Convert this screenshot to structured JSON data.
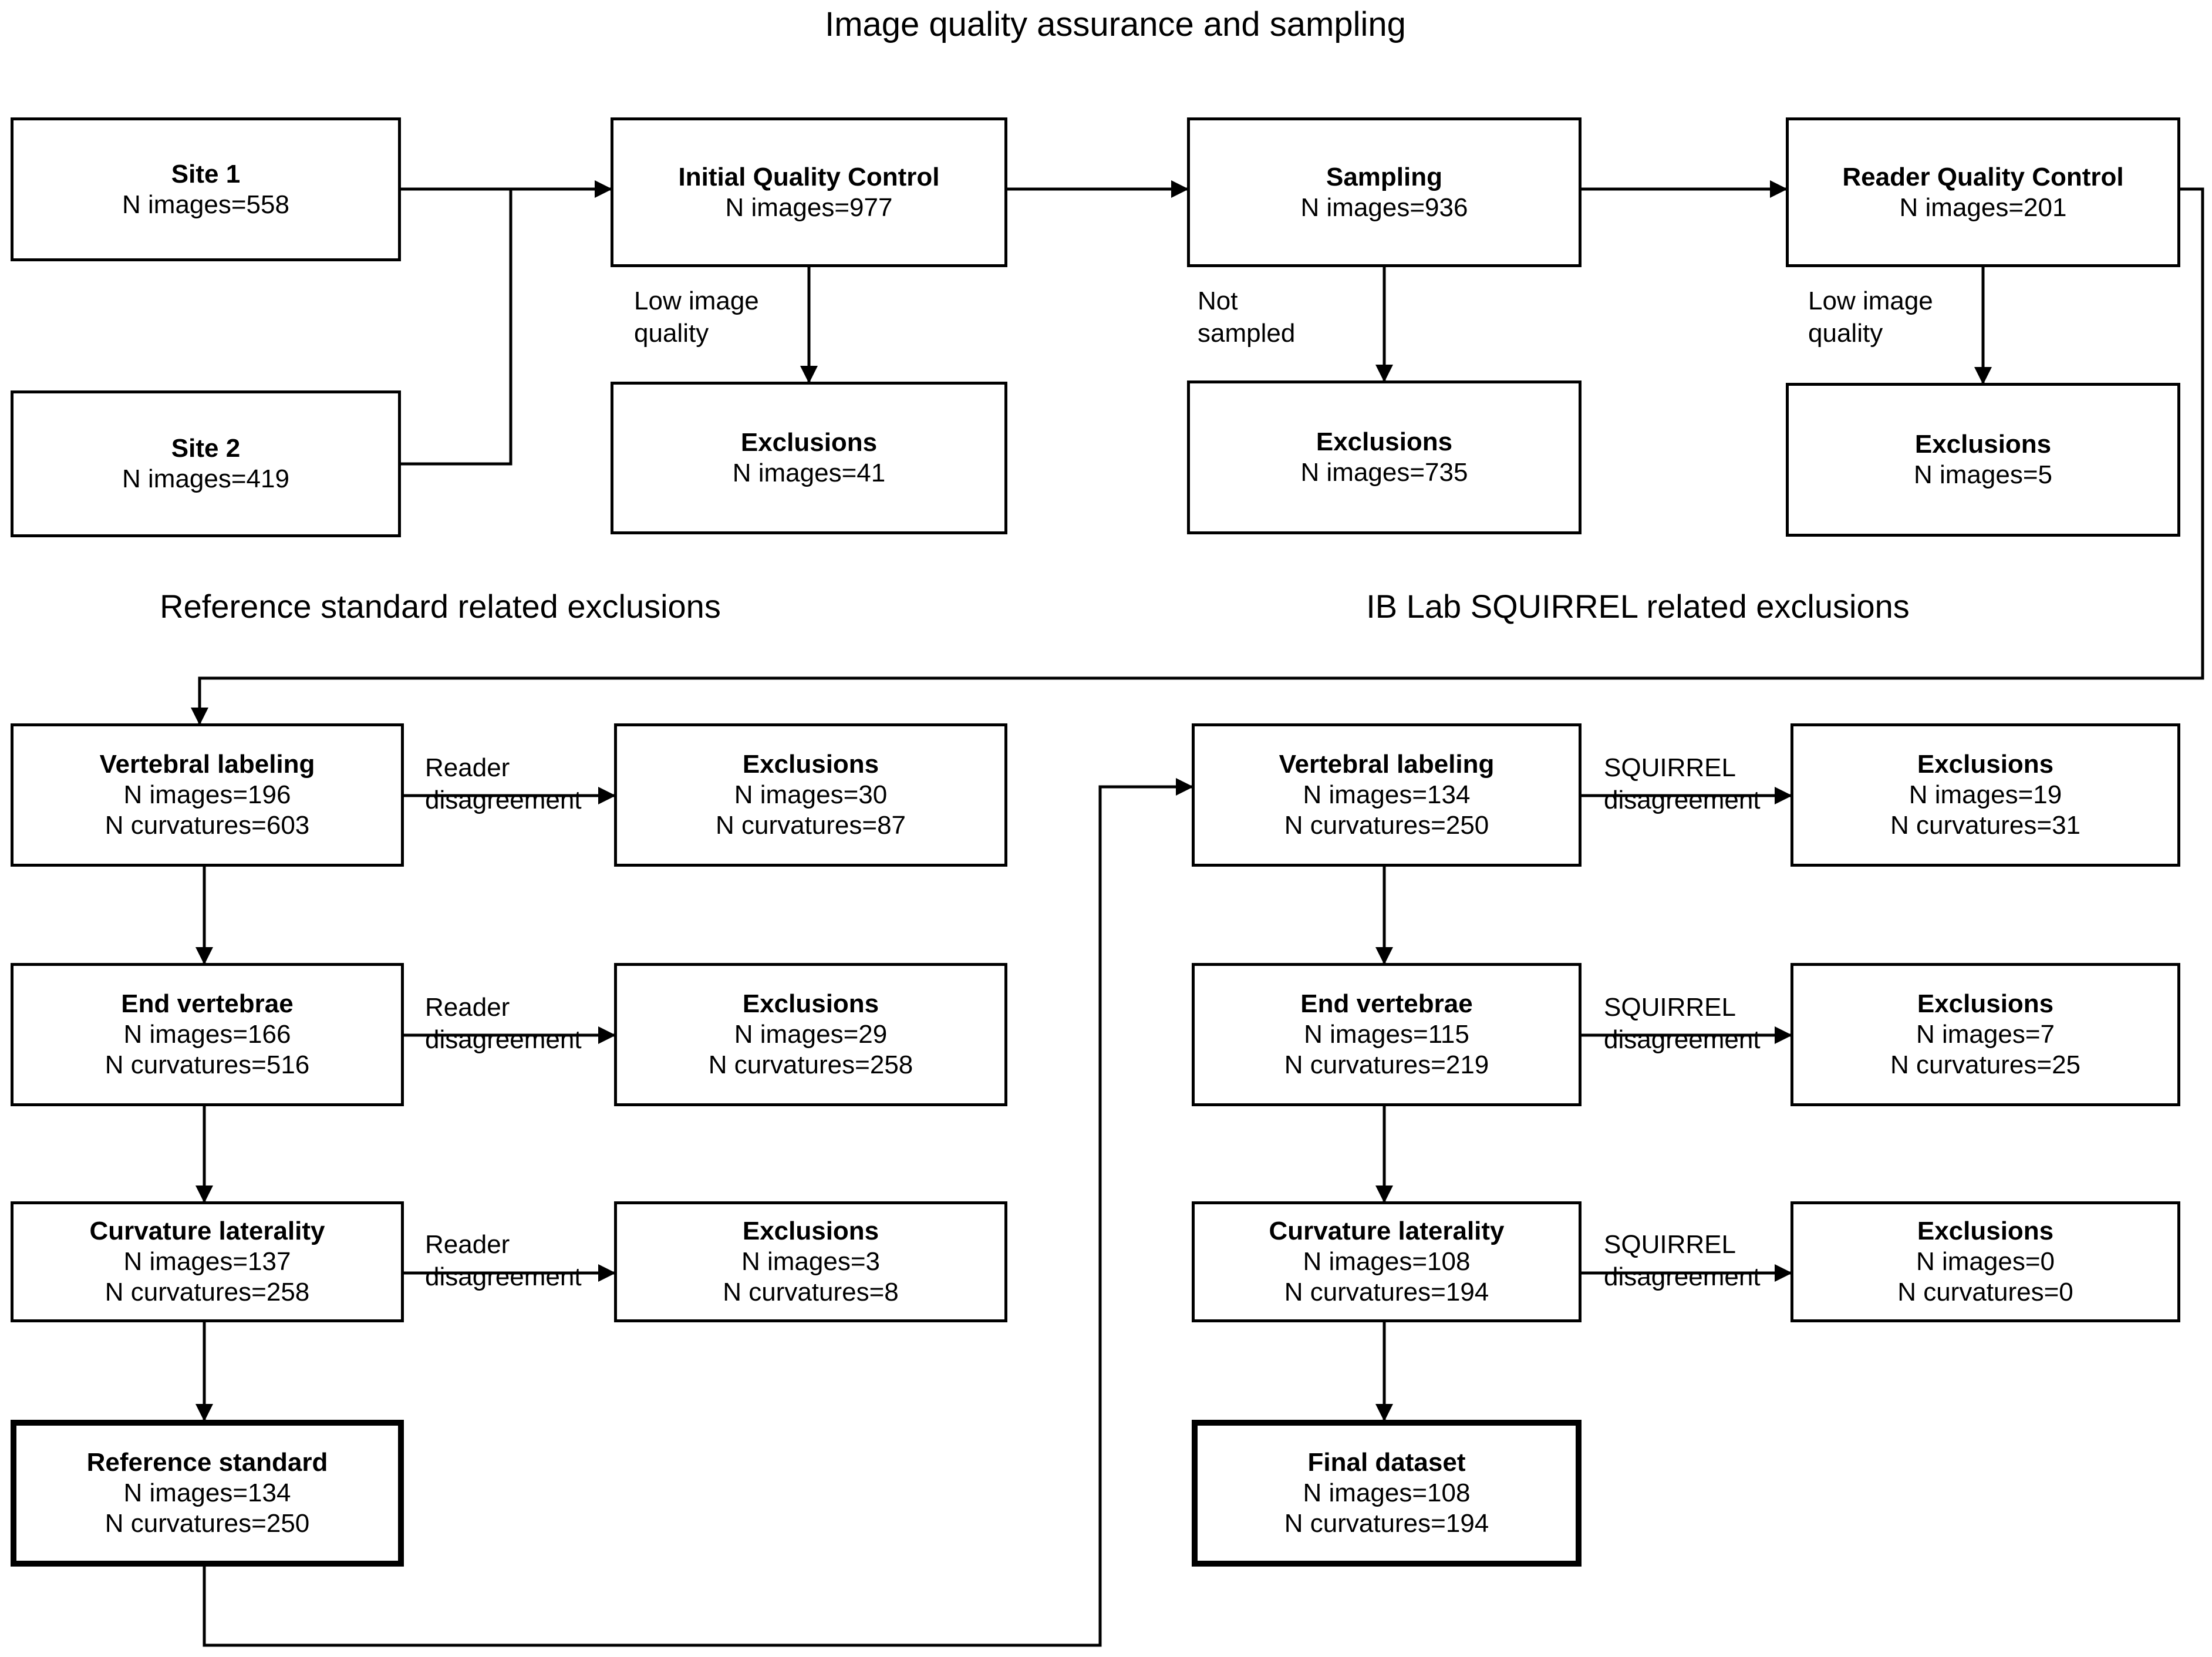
{
  "titles": {
    "top": "Image quality assurance and sampling",
    "left_section": "Reference standard related exclusions",
    "right_section": "IB Lab SQUIRREL related exclusions"
  },
  "nodes": {
    "site1": {
      "title": "Site 1",
      "line1": "N images=558",
      "line2": ""
    },
    "site2": {
      "title": "Site 2",
      "line1": "N images=419",
      "line2": ""
    },
    "initial_qc": {
      "title": "Initial Quality Control",
      "line1": "N images=977",
      "line2": ""
    },
    "initial_qc_excl": {
      "title": "Exclusions",
      "line1": "N images=41",
      "line2": ""
    },
    "sampling": {
      "title": "Sampling",
      "line1": "N images=936",
      "line2": ""
    },
    "sampling_excl": {
      "title": "Exclusions",
      "line1": "N images=735",
      "line2": ""
    },
    "reader_qc": {
      "title": "Reader Quality Control",
      "line1": "N images=201",
      "line2": ""
    },
    "reader_qc_excl": {
      "title": "Exclusions",
      "line1": "N images=5",
      "line2": ""
    },
    "ref_vert_lab": {
      "title": "Vertebral labeling",
      "line1": "N images=196",
      "line2": "N curvatures=603"
    },
    "ref_vert_lab_exc": {
      "title": "Exclusions",
      "line1": "N images=30",
      "line2": "N curvatures=87"
    },
    "ref_end_vert": {
      "title": "End vertebrae",
      "line1": "N images=166",
      "line2": "N curvatures=516"
    },
    "ref_end_vert_exc": {
      "title": "Exclusions",
      "line1": "N images=29",
      "line2": "N curvatures=258"
    },
    "ref_curv_lat": {
      "title": "Curvature laterality",
      "line1": "N images=137",
      "line2": "N curvatures=258"
    },
    "ref_curv_lat_exc": {
      "title": "Exclusions",
      "line1": "N images=3",
      "line2": "N curvatures=8"
    },
    "ref_standard": {
      "title": "Reference standard",
      "line1": "N images=134",
      "line2": "N curvatures=250"
    },
    "sq_vert_lab": {
      "title": "Vertebral labeling",
      "line1": "N images=134",
      "line2": "N curvatures=250"
    },
    "sq_vert_lab_exc": {
      "title": "Exclusions",
      "line1": "N images=19",
      "line2": "N curvatures=31"
    },
    "sq_end_vert": {
      "title": "End vertebrae",
      "line1": "N images=115",
      "line2": "N curvatures=219"
    },
    "sq_end_vert_exc": {
      "title": "Exclusions",
      "line1": "N images=7",
      "line2": "N curvatures=25"
    },
    "sq_curv_lat": {
      "title": "Curvature laterality",
      "line1": "N images=108",
      "line2": "N curvatures=194"
    },
    "sq_curv_lat_exc": {
      "title": "Exclusions",
      "line1": "N images=0",
      "line2": "N curvatures=0"
    },
    "final_dataset": {
      "title": "Final dataset",
      "line1": "N images=108",
      "line2": "N curvatures=194"
    }
  },
  "edge_labels": {
    "low_image_quality_1": "Low image\nquality",
    "not_sampled": "Not\nsampled",
    "low_image_quality_2": "Low image\nquality",
    "reader_disagreement_1": "Reader\ndisagreement",
    "reader_disagreement_2": "Reader\ndisagreement",
    "reader_disagreement_3": "Reader\ndisagreement",
    "squirrel_disagreement_1": "SQUIRREL\ndisagreement",
    "squirrel_disagreement_2": "SQUIRREL\ndisagreement",
    "squirrel_disagreement_3": "SQUIRREL\ndisagreement"
  },
  "colors": {
    "line": "#000000",
    "text": "#000000",
    "background": "#ffffff"
  },
  "chart_data": {
    "type": "table",
    "title": "Image quality assurance and sampling",
    "flow": [
      {
        "step": "Site 1",
        "n_images": 558
      },
      {
        "step": "Site 2",
        "n_images": 419
      },
      {
        "step": "Initial Quality Control",
        "n_images": 977
      },
      {
        "step": "Exclusions (Low image quality)",
        "n_images": 41
      },
      {
        "step": "Sampling",
        "n_images": 936
      },
      {
        "step": "Exclusions (Not sampled)",
        "n_images": 735
      },
      {
        "step": "Reader Quality Control",
        "n_images": 201
      },
      {
        "step": "Exclusions (Low image quality)",
        "n_images": 5
      },
      {
        "step": "Reference: Vertebral labeling",
        "n_images": 196,
        "n_curvatures": 603
      },
      {
        "step": "Reference: Exclusions (Reader disagreement)",
        "n_images": 30,
        "n_curvatures": 87
      },
      {
        "step": "Reference: End vertebrae",
        "n_images": 166,
        "n_curvatures": 516
      },
      {
        "step": "Reference: Exclusions (Reader disagreement)",
        "n_images": 29,
        "n_curvatures": 258
      },
      {
        "step": "Reference: Curvature laterality",
        "n_images": 137,
        "n_curvatures": 258
      },
      {
        "step": "Reference: Exclusions (Reader disagreement)",
        "n_images": 3,
        "n_curvatures": 8
      },
      {
        "step": "Reference standard",
        "n_images": 134,
        "n_curvatures": 250
      },
      {
        "step": "SQUIRREL: Vertebral labeling",
        "n_images": 134,
        "n_curvatures": 250
      },
      {
        "step": "SQUIRREL: Exclusions (SQUIRREL disagreement)",
        "n_images": 19,
        "n_curvatures": 31
      },
      {
        "step": "SQUIRREL: End vertebrae",
        "n_images": 115,
        "n_curvatures": 219
      },
      {
        "step": "SQUIRREL: Exclusions (SQUIRREL disagreement)",
        "n_images": 7,
        "n_curvatures": 25
      },
      {
        "step": "SQUIRREL: Curvature laterality",
        "n_images": 108,
        "n_curvatures": 194
      },
      {
        "step": "SQUIRREL: Exclusions (SQUIRREL disagreement)",
        "n_images": 0,
        "n_curvatures": 0
      },
      {
        "step": "Final dataset",
        "n_images": 108,
        "n_curvatures": 194
      }
    ]
  }
}
